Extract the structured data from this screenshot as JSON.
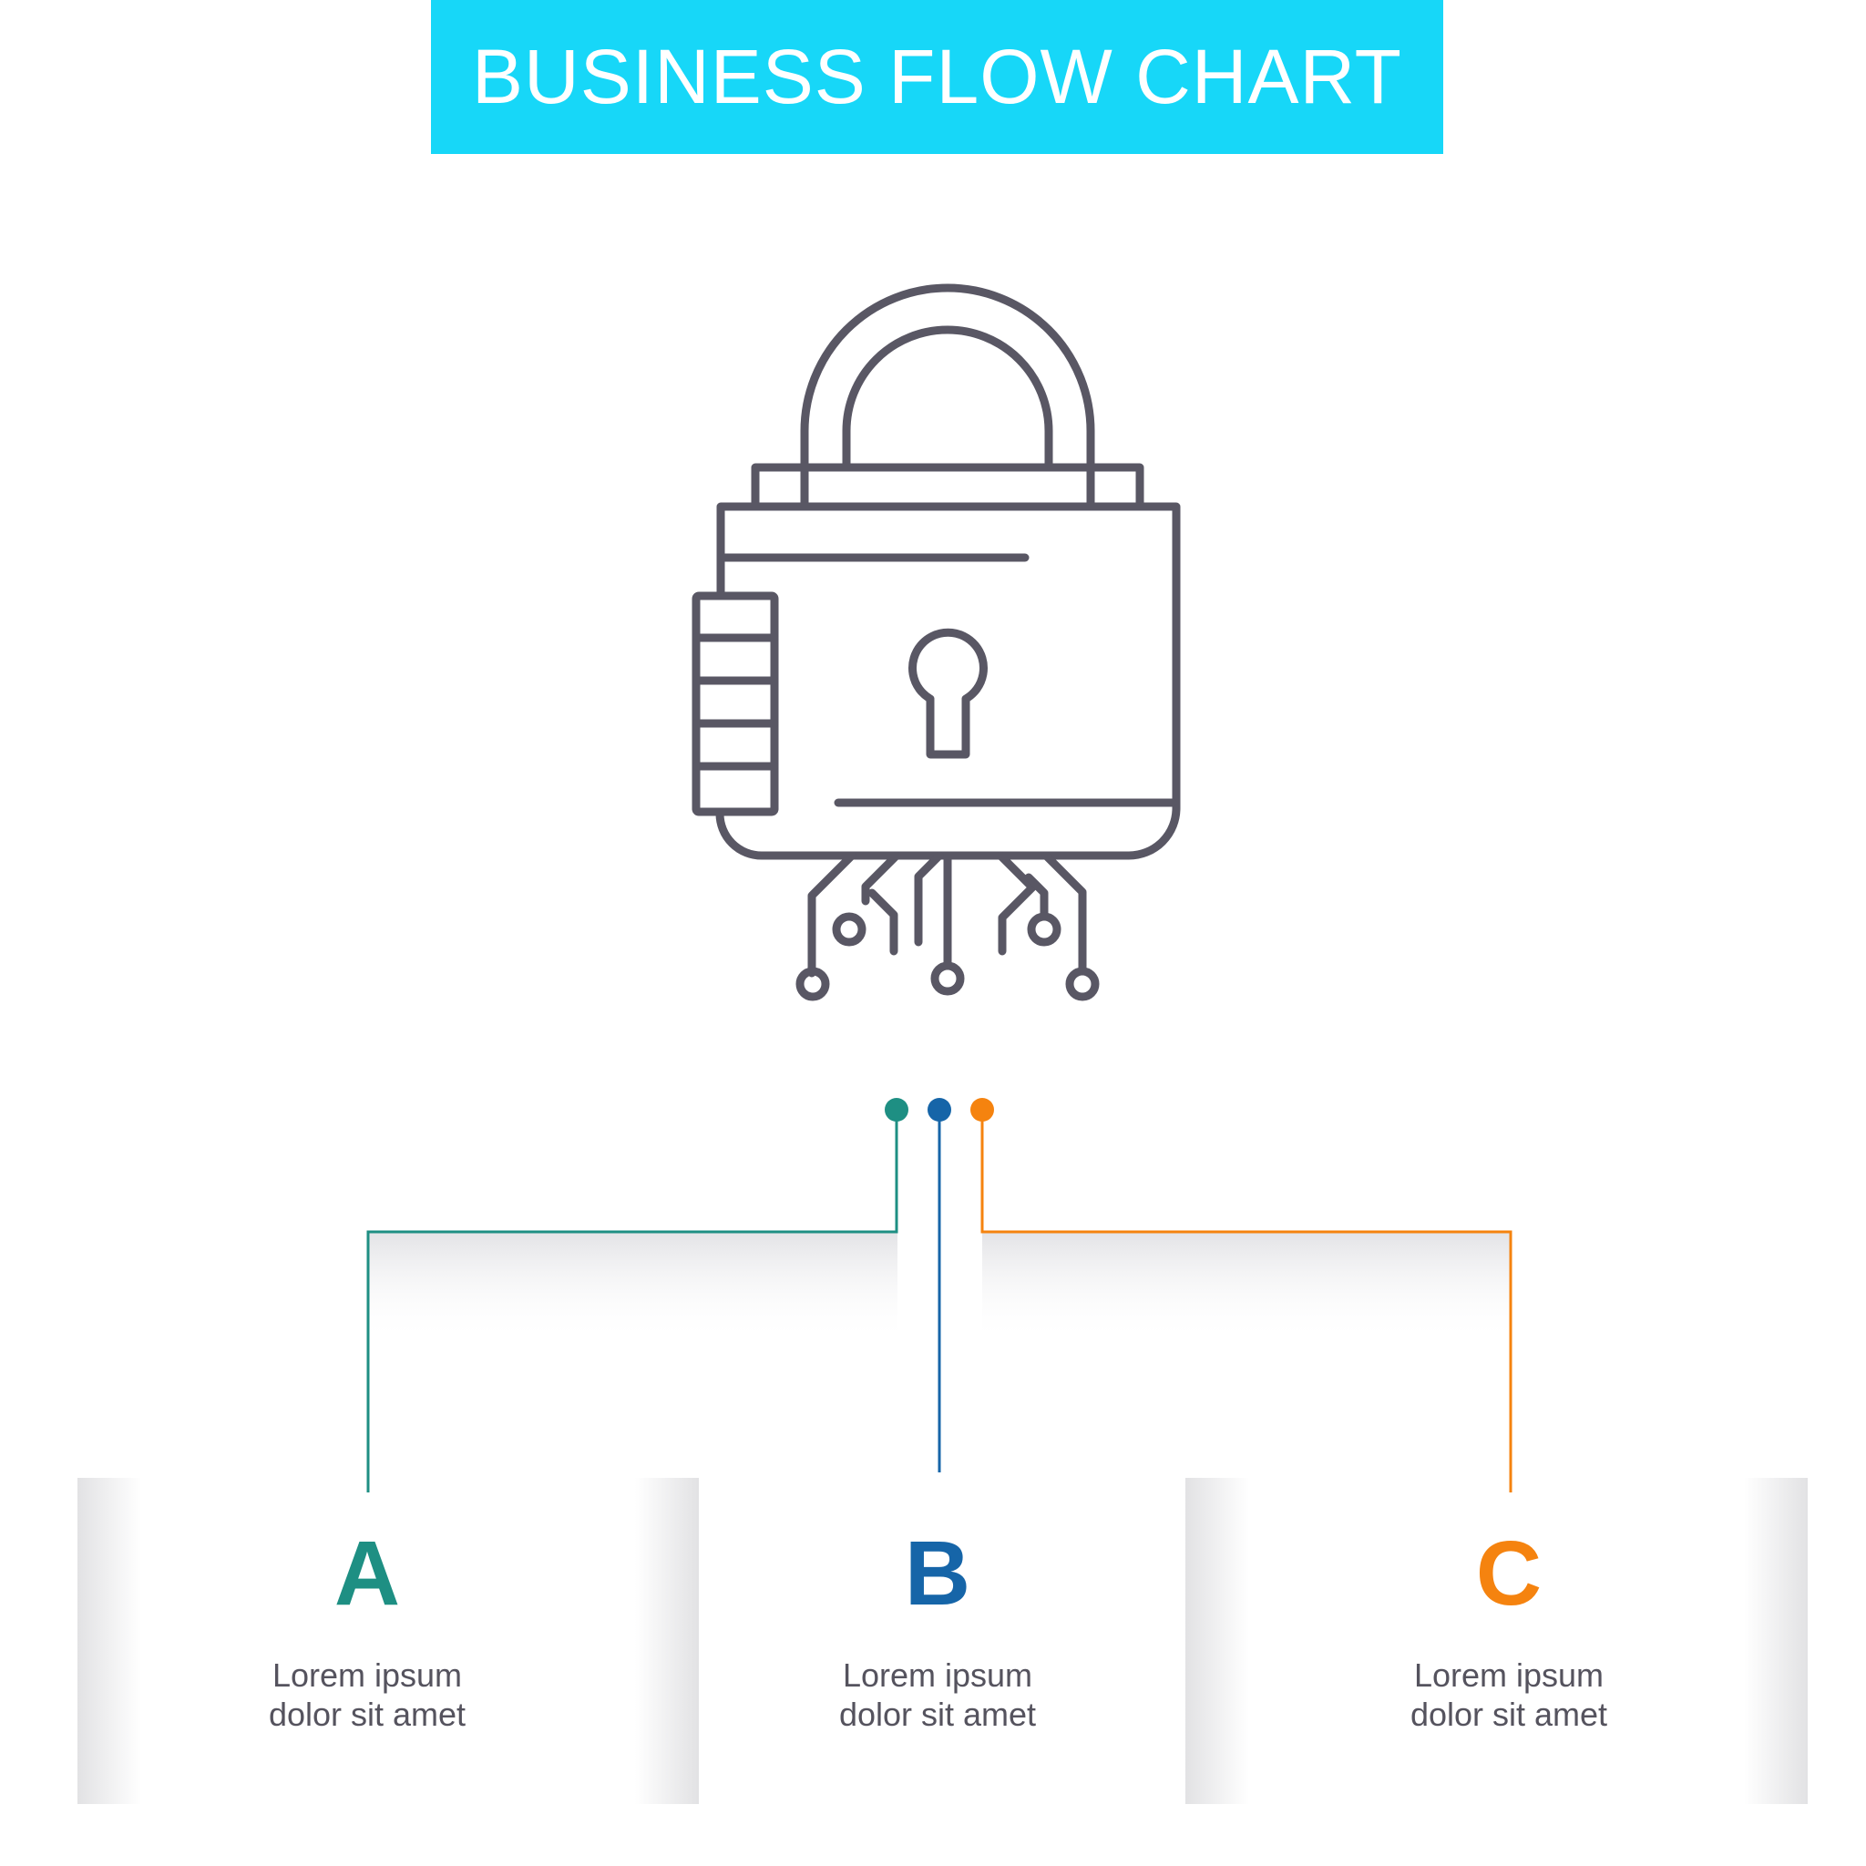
{
  "header": {
    "title": "BUSINESS FLOW CHART",
    "background_color": "#17d7f8",
    "text_color": "#ffffff"
  },
  "icon": {
    "name": "cyber-security-padlock-icon",
    "stroke_color": "#595764"
  },
  "steps": [
    {
      "letter": "A",
      "line1": "Lorem ipsum",
      "line2": "dolor sit amet",
      "color": "#1e8f83"
    },
    {
      "letter": "B",
      "line1": "Lorem ipsum",
      "line2": "dolor sit amet",
      "color": "#1665a8"
    },
    {
      "letter": "C",
      "line1": "Lorem ipsum",
      "line2": "dolor sit amet",
      "color": "#f5830f"
    }
  ]
}
